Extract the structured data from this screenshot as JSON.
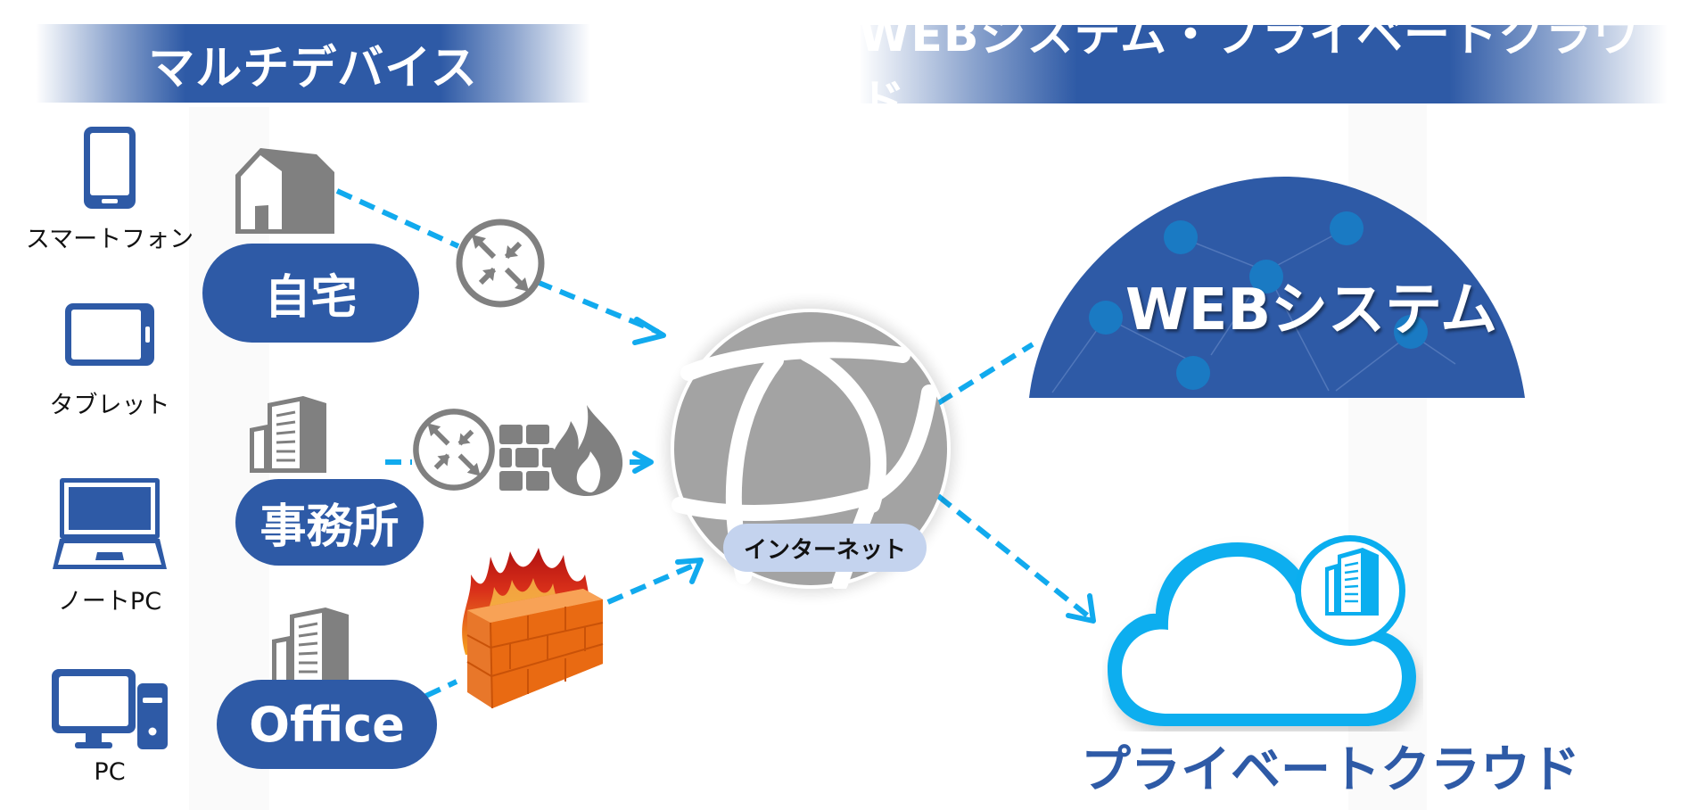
{
  "headers": {
    "left": "マルチデバイス",
    "right": "WEBシステム・プライベートクラウド"
  },
  "devices": [
    {
      "icon": "smartphone-icon",
      "label": "スマートフォン"
    },
    {
      "icon": "tablet-icon",
      "label": "タブレット"
    },
    {
      "icon": "laptop-icon",
      "label": "ノートPC"
    },
    {
      "icon": "desktop-pc-icon",
      "label": "PC"
    }
  ],
  "locations": [
    {
      "icon": "house-icon",
      "label": "自宅",
      "gateway": [
        "router-icon"
      ]
    },
    {
      "icon": "office-building-icon",
      "label": "事務所",
      "gateway": [
        "router-icon",
        "firewall-icon"
      ]
    },
    {
      "icon": "office-building-icon",
      "label": "Office",
      "gateway": [
        "brick-firewall-icon"
      ]
    }
  ],
  "internet": {
    "icon": "globe-icon",
    "label": "インターネット"
  },
  "destinations": {
    "web_system": {
      "label": "WEBシステム"
    },
    "private_cloud": {
      "label": "プライベートクラウド",
      "icon": "cloud-building-icon"
    }
  },
  "colors": {
    "brand_blue": "#2e5aa6",
    "connector_cyan": "#11aaee",
    "icon_gray": "#808080",
    "cloud_cyan": "#0aaeef",
    "internet_label_bg": "#c4d3ee"
  }
}
